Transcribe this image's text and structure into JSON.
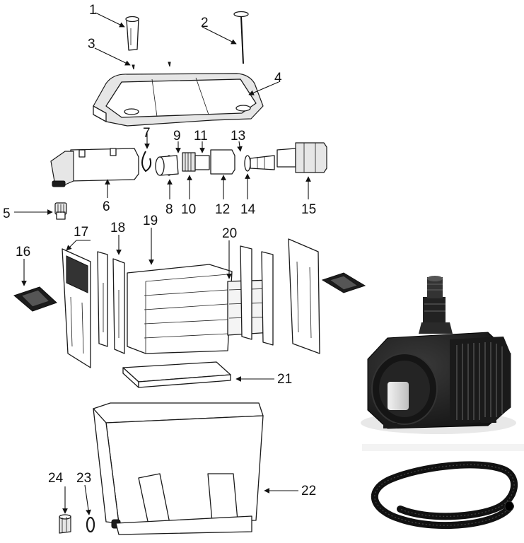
{
  "part_numbers": [
    "1",
    "2",
    "3",
    "4",
    "5",
    "6",
    "7",
    "8",
    "9",
    "10",
    "11",
    "12",
    "13",
    "14",
    "15",
    "16",
    "17",
    "18",
    "19",
    "20",
    "21",
    "22",
    "23",
    "24"
  ],
  "photos": {
    "pump": "pump-photo",
    "hose": "hose-photo"
  },
  "colors": {
    "line": "#111111",
    "pump_body": "#1c1c1c",
    "pump_accent": "#d9d9d9"
  }
}
